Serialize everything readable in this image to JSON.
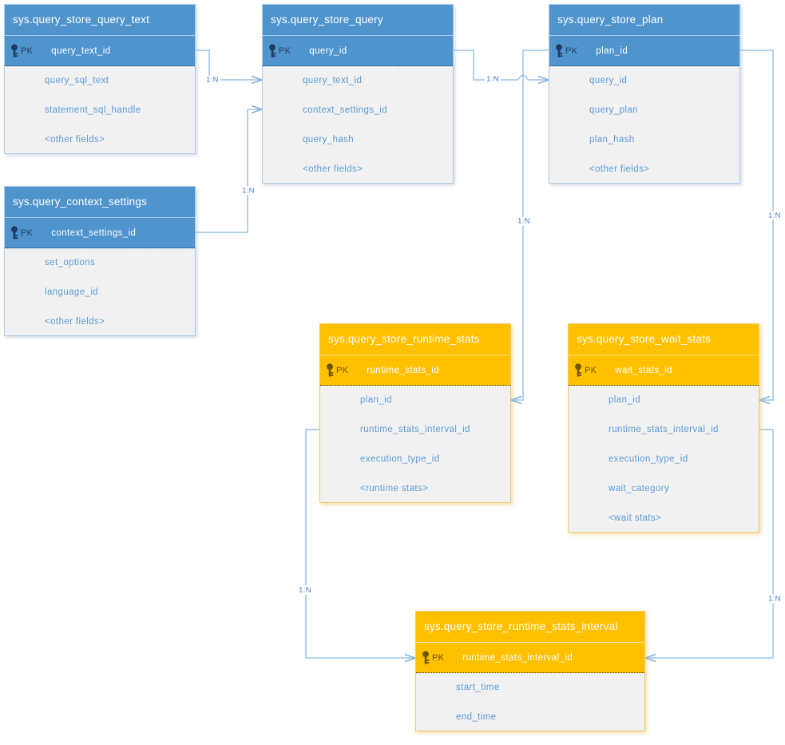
{
  "diagram": {
    "tables": [
      {
        "name": "sys.query_store_query_text",
        "type": "blue",
        "pk_label": "PK",
        "pk_field": "query_text_id",
        "fields": [
          "query_sql_text",
          "statement_sql_handle",
          "<other fields>"
        ]
      },
      {
        "name": "sys.query_store_query",
        "type": "blue",
        "pk_label": "PK",
        "pk_field": "query_id",
        "fields": [
          "query_text_id",
          "context_settings_id",
          "query_hash",
          "<other fields>"
        ]
      },
      {
        "name": "sys.query_store_plan",
        "type": "blue",
        "pk_label": "PK",
        "pk_field": "plan_id",
        "fields": [
          "query_id",
          "query_plan",
          "plan_hash",
          "<other fields>"
        ]
      },
      {
        "name": "sys.query_context_settings",
        "type": "blue",
        "pk_label": "PK",
        "pk_field": "context_settings_id",
        "fields": [
          "set_options",
          "language_id",
          "<other fields>"
        ]
      },
      {
        "name": "sys.query_store_runtime_stats",
        "type": "orange",
        "pk_label": "PK",
        "pk_field": "runtime_stats_id",
        "fields": [
          "plan_id",
          "runtime_stats_interval_id",
          "execution_type_id",
          "<runtime stats>"
        ]
      },
      {
        "name": "sys.query_store_wait_stats",
        "type": "orange",
        "pk_label": "PK",
        "pk_field": "wait_stats_id",
        "fields": [
          "plan_id",
          "runtime_stats_interval_id",
          "execution_type_id",
          "wait_category",
          "<wait stats>"
        ]
      },
      {
        "name": "sys.query_store_runtime_stats_interval",
        "type": "orange",
        "pk_label": "PK",
        "pk_field": "runtime_stats_interval_id",
        "fields": [
          "start_time",
          "end_time"
        ]
      }
    ],
    "relationships": [
      {
        "label": "1:N",
        "from": "sys.query_store_query_text.query_text_id",
        "to": "sys.query_store_query.query_text_id"
      },
      {
        "label": "1:N",
        "from": "sys.query_context_settings.context_settings_id",
        "to": "sys.query_store_query.context_settings_id"
      },
      {
        "label": "1:N",
        "from": "sys.query_store_query.query_id",
        "to": "sys.query_store_plan.query_id"
      },
      {
        "label": "1:N",
        "from": "sys.query_store_plan.plan_id",
        "to": "sys.query_store_runtime_stats.plan_id"
      },
      {
        "label": "1:N",
        "from": "sys.query_store_plan.plan_id",
        "to": "sys.query_store_wait_stats.plan_id"
      },
      {
        "label": "1:N",
        "from": "sys.query_store_runtime_stats.runtime_stats_interval_id",
        "to": "sys.query_store_runtime_stats_interval.runtime_stats_interval_id"
      },
      {
        "label": "1:N",
        "from": "sys.query_store_wait_stats.runtime_stats_interval_id",
        "to": "sys.query_store_runtime_stats_interval.runtime_stats_interval_id"
      }
    ],
    "colors": {
      "blue_header": "#5094ce",
      "orange_header": "#ffc000",
      "body_background": "#f1f1f1",
      "field_text": "#5b9bd5",
      "connector": "#9cc3e6",
      "header_text": "#ffffff"
    }
  }
}
